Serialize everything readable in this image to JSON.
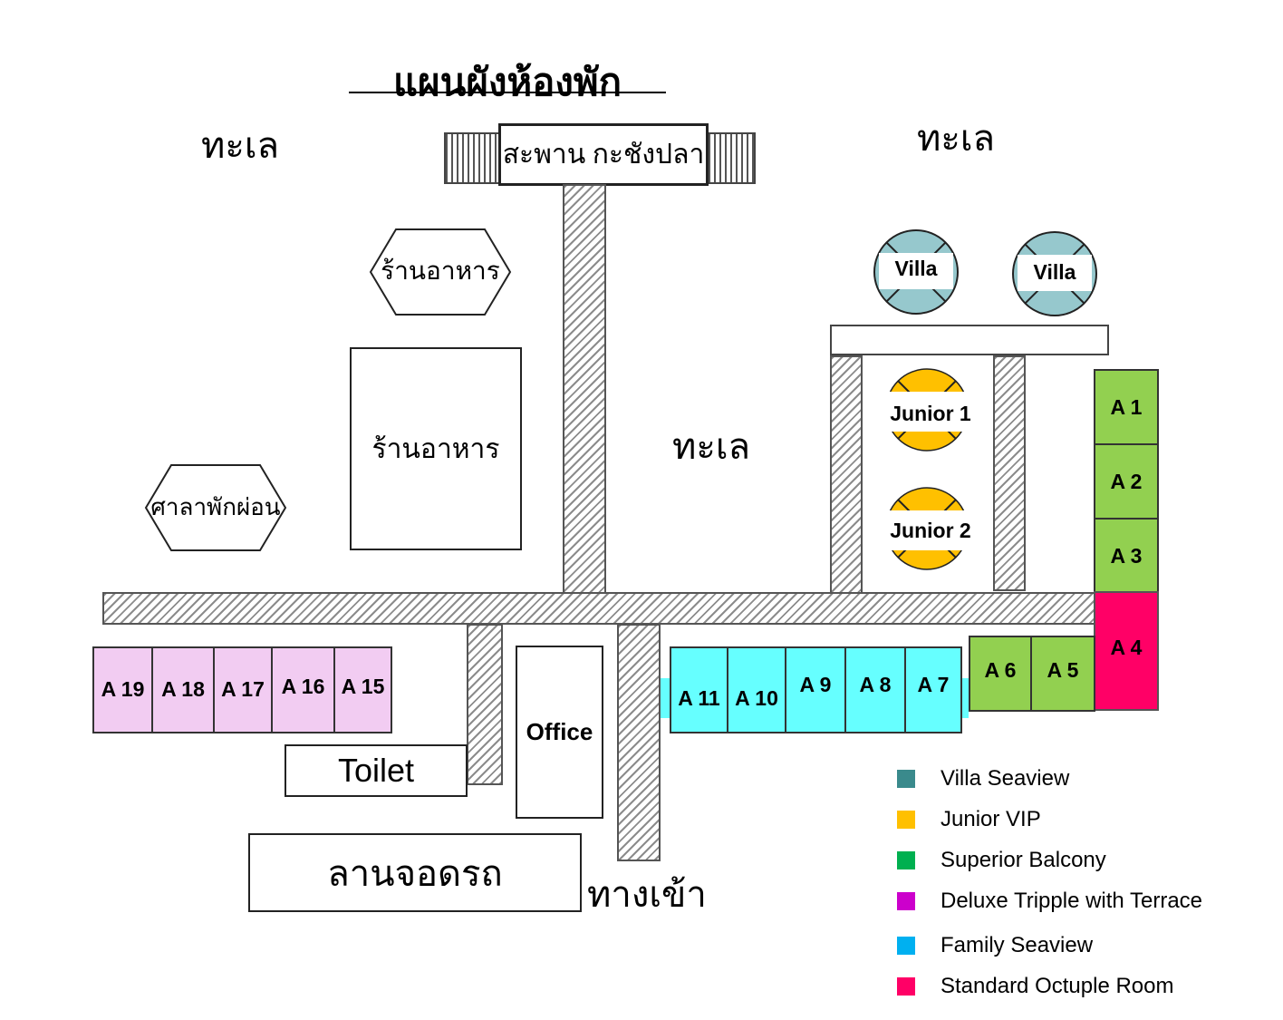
{
  "title": "แผนผังห้องพัก",
  "sea_labels": [
    "ทะเล",
    "ทะเล",
    "ทะเล"
  ],
  "pier": "สะพาน กะชังปลา",
  "buildings": {
    "restaurant_hex": "ร้านอาหาร",
    "restaurant_box": "ร้านอาหาร",
    "pavilion": "ศาลาพักผ่อน",
    "office": "Office",
    "toilet": "Toilet",
    "parking": "ลานจอดรถ",
    "entrance": "ทางเข้า"
  },
  "villas": [
    "Villa",
    "Villa"
  ],
  "juniors": [
    "Junior 1",
    "Junior 2"
  ],
  "superior": [
    "A 1",
    "A 2",
    "A 3",
    "A 6",
    "A 5"
  ],
  "standard": [
    "A 4"
  ],
  "family": [
    "A 11",
    "A 10",
    "A 9",
    "A 8",
    "A 7"
  ],
  "deluxe": [
    "A 19",
    "A 18",
    "A 17",
    "A 16",
    "A 15"
  ],
  "colors": {
    "villa": "#96c8cd",
    "junior": "#ffc000",
    "superior": "#92d050",
    "standard": "#ff0066",
    "family": "#66ffff",
    "deluxe": "#f2ccf2"
  },
  "legend": [
    {
      "label": "Villa Seaview",
      "color": "#3a8a8c"
    },
    {
      "label": "Junior VIP",
      "color": "#ffc000"
    },
    {
      "label": "Superior Balcony",
      "color": "#00b050"
    },
    {
      "label": "Deluxe Tripple with Terrace",
      "color": "#cc00cc"
    },
    {
      "label": "Family Seaview",
      "color": "#00b0f0"
    },
    {
      "label": "Standard Octuple Room",
      "color": "#ff0066"
    }
  ]
}
